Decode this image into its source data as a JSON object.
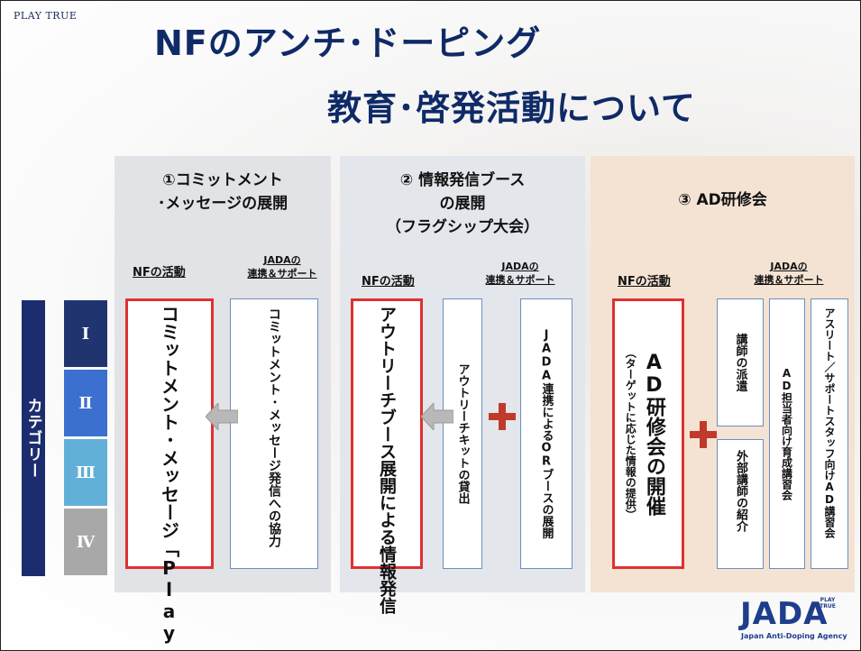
{
  "header": {
    "logo_text": "PLAY TRUE",
    "title_line1": "NFのアンチ･ドーピング",
    "title_line2": "教育･啓発活動について"
  },
  "category": {
    "label": "カテゴリー",
    "items": [
      {
        "numeral": "Ⅰ",
        "color": "#20356f"
      },
      {
        "numeral": "Ⅱ",
        "color": "#3b6fd0"
      },
      {
        "numeral": "Ⅲ",
        "color": "#62b0d8"
      },
      {
        "numeral": "Ⅳ",
        "color": "#a8a8a8"
      }
    ]
  },
  "panels": [
    {
      "heading_line1": "①コミットメント",
      "heading_line2": "･メッセージの展開",
      "nf_label": "NFの活動",
      "jada_label_line1": "JADAの",
      "jada_label_line2": "連携＆サポート",
      "nf_box": "コミットメント･メッセージ「Play True」の展開",
      "jada_boxes": [
        "コミットメント･メッセージ発信への協力"
      ]
    },
    {
      "heading_line1": "② 情報発信ブース",
      "heading_line2": "の展開",
      "heading_line3": "（フラグシップ大会）",
      "nf_label": "NFの活動",
      "jada_label_line1": "JADAの",
      "jada_label_line2": "連携＆サポート",
      "nf_box": "アウトリーチブース展開による情報発信",
      "jada_boxes": [
        "アウトリーチキットの貸出",
        "JADA連携によるORブースの展開"
      ]
    },
    {
      "heading_line1": "③ AD研修会",
      "nf_label": "NFの活動",
      "jada_label_line1": "JADAの",
      "jada_label_line2": "連携＆サポート",
      "nf_box_main": "AD研修会の開催",
      "nf_box_sub": "（ターゲットに応じた情報の提供）",
      "jada_boxes": [
        "講師の派遣",
        "外部講師の紹介",
        "AD担当者向け育成講習会",
        "アスリート／サポートスタッフ向けAD講習会"
      ]
    }
  ],
  "jada_logo": {
    "word": "JADA",
    "badge": "PLAY TRUE",
    "subtitle": "Japan Anti-Doping Agency"
  },
  "colors": {
    "title": "#0f2a66",
    "highlight_border": "#e03030",
    "plus": "#c0392b",
    "arrow": "#b8b8b8"
  }
}
